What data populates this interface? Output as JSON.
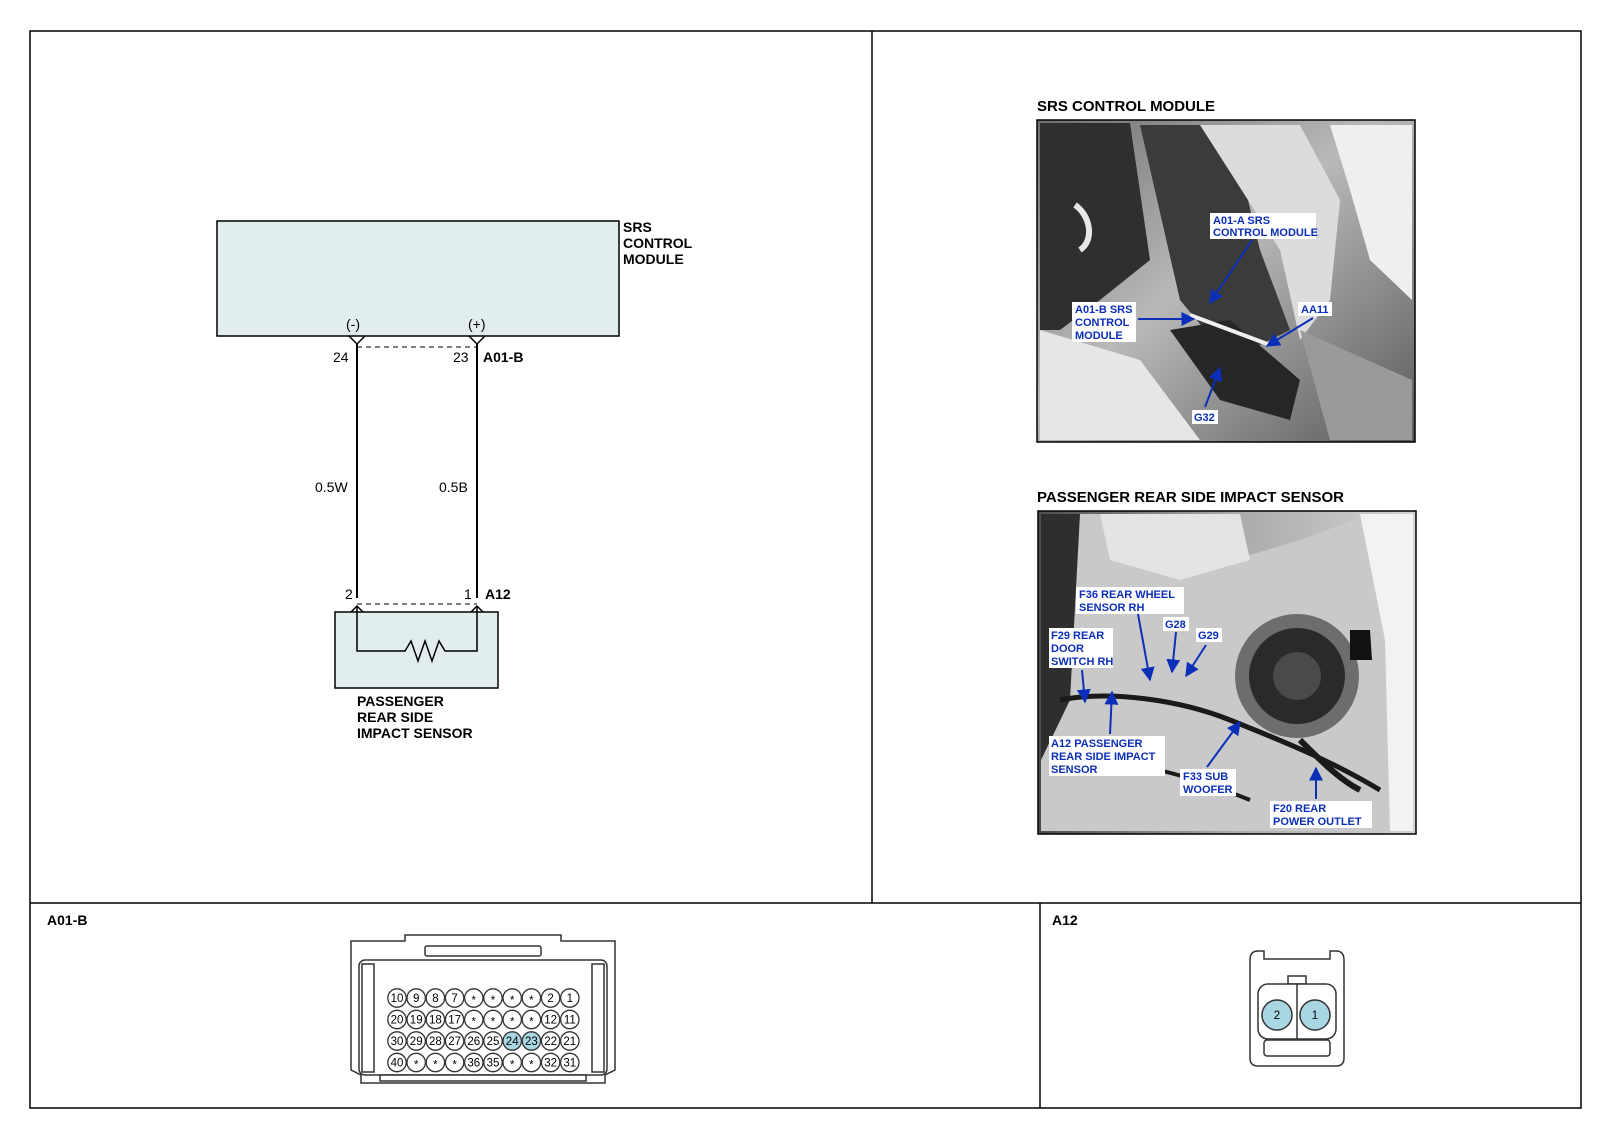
{
  "schematic": {
    "module_label": [
      "SRS",
      "CONTROL",
      "MODULE"
    ],
    "pin_neg_label": "(-)",
    "pin_pos_label": "(+)",
    "pin_24": "24",
    "pin_23": "23",
    "connector_a01b": "A01-B",
    "wire_left": "0.5W",
    "wire_right": "0.5B",
    "pin_2": "2",
    "pin_1": "1",
    "connector_a12": "A12",
    "sensor_label": [
      "PASSENGER",
      "REAR SIDE",
      "IMPACT SENSOR"
    ]
  },
  "photos": {
    "srs_title": "SRS CONTROL MODULE",
    "srs_callouts": {
      "a01a": [
        "A01-A SRS",
        "CONTROL MODULE"
      ],
      "a01b": [
        "A01-B SRS",
        "CONTROL",
        "MODULE"
      ],
      "aa11": "AA11",
      "g32": "G32"
    },
    "sensor_title": "PASSENGER REAR SIDE IMPACT SENSOR",
    "sensor_callouts": {
      "f36": [
        "F36 REAR WHEEL",
        "SENSOR RH"
      ],
      "g28": "G28",
      "g29": "G29",
      "f29": [
        "F29 REAR",
        "DOOR",
        "SWITCH RH"
      ],
      "a12": [
        "A12 PASSENGER",
        "REAR SIDE IMPACT",
        "SENSOR"
      ],
      "f33": [
        "F33 SUB",
        "WOOFER"
      ],
      "f20": [
        "F20 REAR",
        "POWER OUTLET"
      ]
    }
  },
  "connector_views": {
    "a01b_title": "A01-B",
    "a01b_rows": [
      [
        "10",
        "9",
        "8",
        "7",
        "*",
        "*",
        "*",
        "*",
        "2",
        "1"
      ],
      [
        "20",
        "19",
        "18",
        "17",
        "*",
        "*",
        "*",
        "*",
        "12",
        "11"
      ],
      [
        "30",
        "29",
        "28",
        "27",
        "26",
        "25",
        "24",
        "23",
        "22",
        "21"
      ],
      [
        "40",
        "*",
        "*",
        "*",
        "36",
        "35",
        "*",
        "*",
        "32",
        "31"
      ]
    ],
    "a01b_highlighted": [
      "24",
      "23"
    ],
    "a12_title": "A12",
    "a12_pins": [
      "2",
      "1"
    ]
  },
  "colors": {
    "module_fill": "#e2eded",
    "pin_highlight": "#a9d6e3",
    "callout_text": "#0b2fb8"
  }
}
